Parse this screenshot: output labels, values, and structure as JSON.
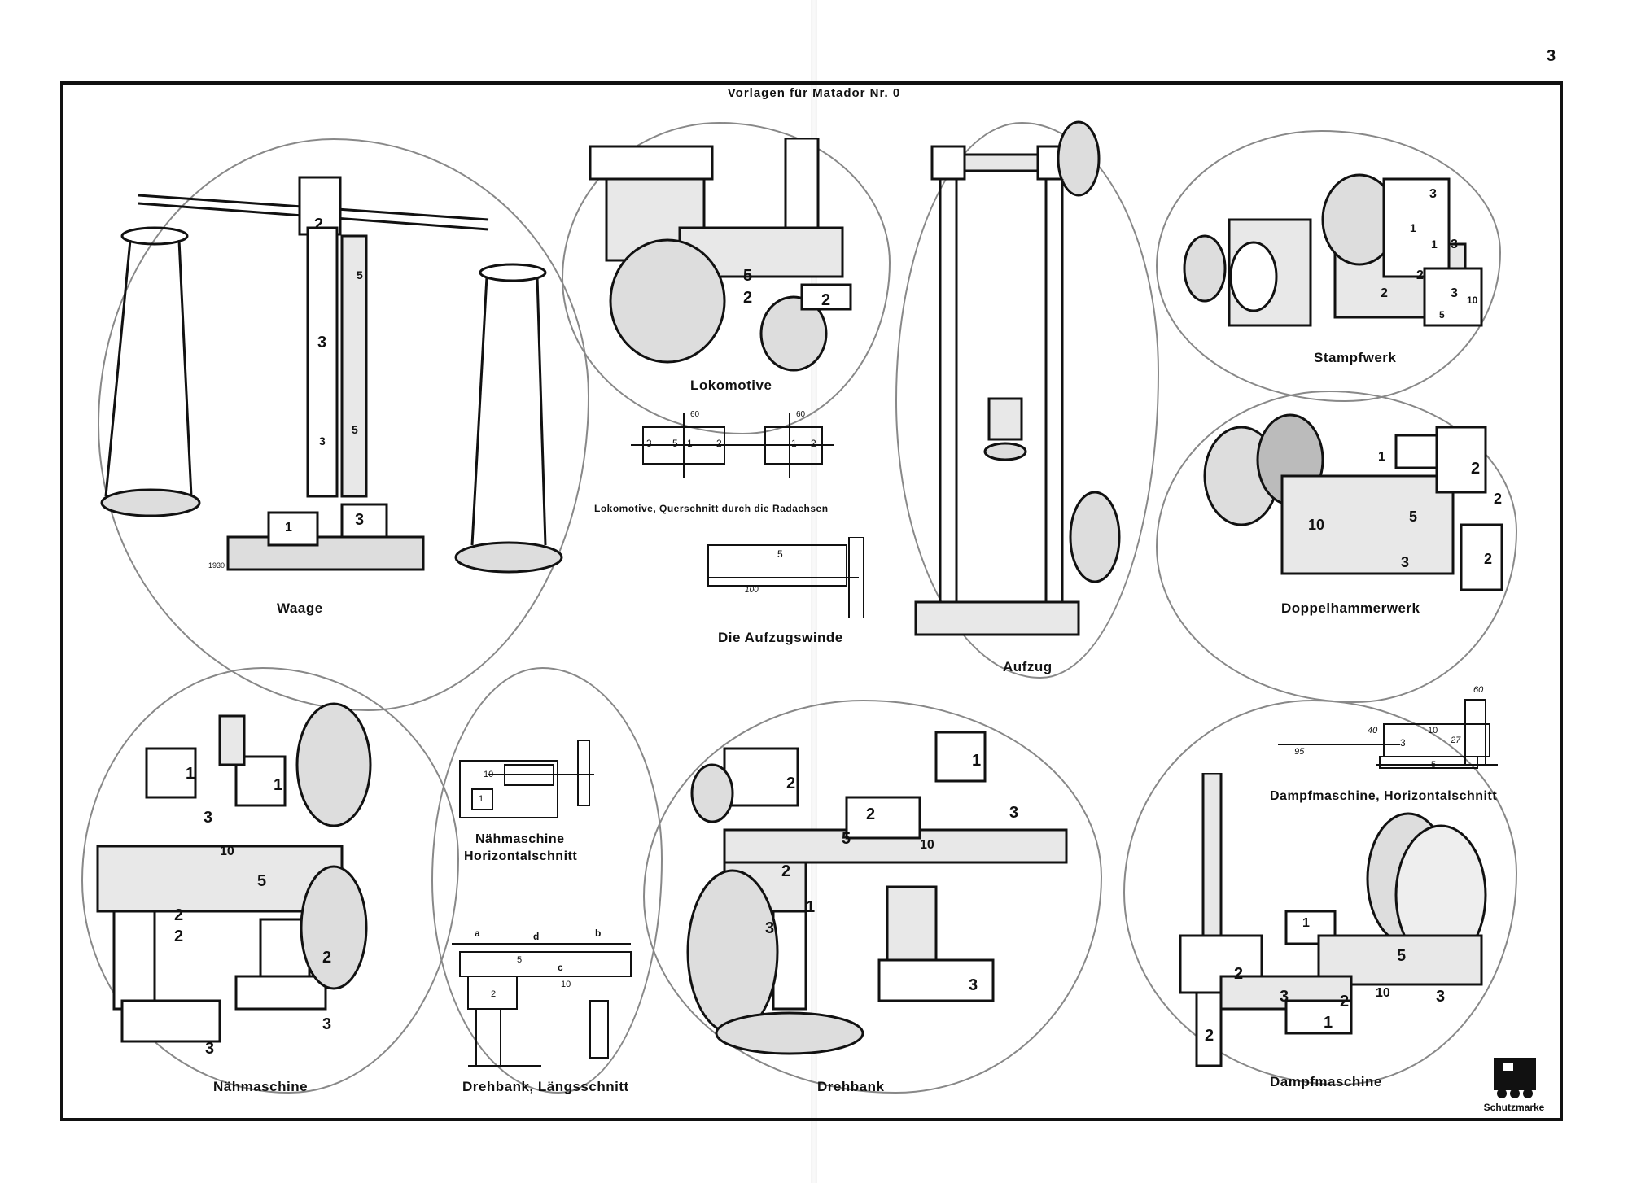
{
  "page_number": "3",
  "sheet_title": "Vorlagen für Matador Nr. 0",
  "captions": {
    "waage": "Waage",
    "lokomotive": "Lokomotive",
    "lokomotive_querschnitt": "Lokomotive, Querschnitt durch die Radachsen",
    "aufzugswinde": "Die Aufzugswinde",
    "aufzug": "Aufzug",
    "stampfwerk": "Stampfwerk",
    "doppelhammerwerk": "Doppelhammerwerk",
    "naehmaschine": "Nähmaschine",
    "naehmaschine_horizontal_line1": "Nähmaschine",
    "naehmaschine_horizontal_line2": "Horizontalschnitt",
    "drehbank_laengsschnitt": "Drehbank, Längsschnitt",
    "drehbank": "Drehbank",
    "dampfmaschine_horizontal": "Dampfmaschine, Horizontalschnitt",
    "dampfmaschine": "Dampfmaschine"
  },
  "part_numbers": {
    "waage": [
      "2",
      "5",
      "3",
      "5",
      "1",
      "3",
      "3"
    ],
    "lokomotive": [
      "5",
      "2",
      "2"
    ],
    "lok_querschnitt": [
      "60",
      "60",
      "3",
      "5",
      "1",
      "2",
      "2",
      "1"
    ],
    "aufzugswinde": [
      "5",
      "100"
    ],
    "stampfwerk": [
      "3",
      "1",
      "1",
      "3",
      "2",
      "2",
      "3",
      "10",
      "5"
    ],
    "doppelhammerwerk": [
      "2",
      "1",
      "2",
      "10",
      "5",
      "3",
      "2"
    ],
    "naehmaschine": [
      "1",
      "1",
      "3",
      "10",
      "5",
      "2",
      "2",
      "2",
      "3",
      "3"
    ],
    "naehmaschine_horizontal": [
      "10",
      "1"
    ],
    "drehbank_laengsschnitt": [
      "a",
      "d",
      "b",
      "c",
      "5",
      "10",
      "2"
    ],
    "drehbank": [
      "2",
      "1",
      "2",
      "3",
      "5",
      "10",
      "2",
      "1",
      "3",
      "3"
    ],
    "dampfmaschine_horizontal": [
      "60",
      "40",
      "10",
      "3",
      "27",
      "95",
      "5"
    ],
    "dampfmaschine": [
      "1",
      "2",
      "5",
      "3",
      "2",
      "10",
      "2",
      "1",
      "3"
    ]
  },
  "figure_mark": "1930",
  "trademark_label": "Schutzmarke"
}
